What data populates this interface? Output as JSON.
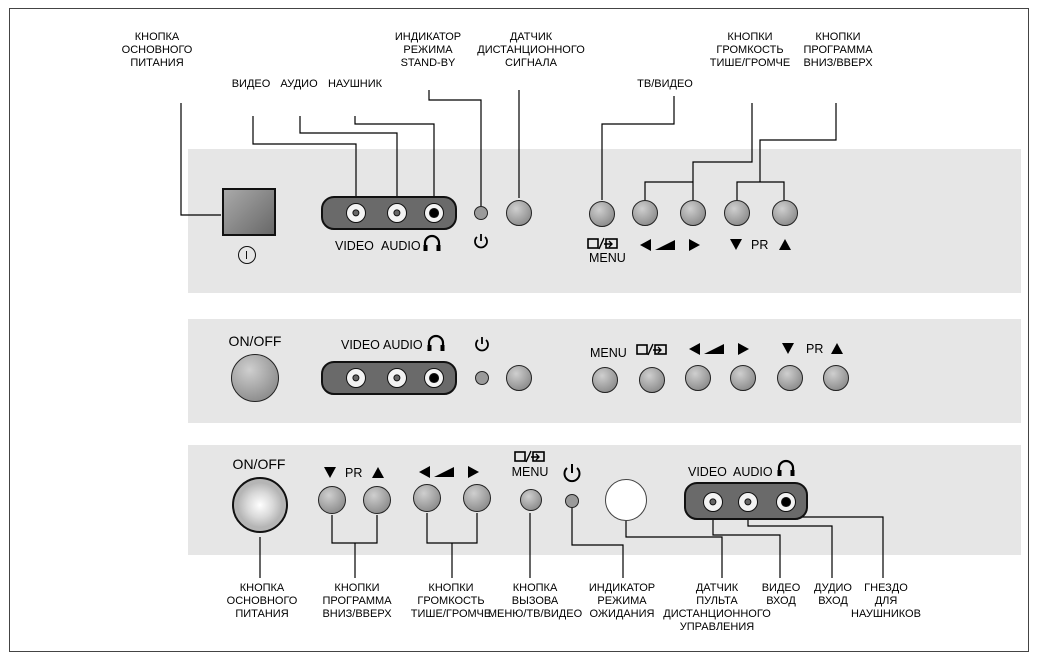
{
  "top_callouts": {
    "main_power": [
      "КНОПКА",
      "ОСНОВНОГО",
      "ПИТАНИЯ"
    ],
    "video": [
      "ВИДЕО"
    ],
    "audio": [
      "АУДИО"
    ],
    "headphone": [
      "НАУШНИК"
    ],
    "standby": [
      "ИНДИКАТОР",
      "РЕЖИМА",
      "STAND-BY"
    ],
    "remote_sensor": [
      "ДАТЧИК",
      "ДИСТАНЦИОННОГО",
      "СИГНАЛА"
    ],
    "tv_video": [
      "ТВ/ВИДЕО"
    ],
    "volume": [
      "КНОПКИ",
      "ГРОМКОСТЬ",
      "ТИШЕ/ГРОМЧЕ"
    ],
    "program": [
      "КНОПКИ",
      "ПРОГРАММА",
      "ВНИЗ/ВВЕРХ"
    ]
  },
  "panel1": {
    "video": "VIDEO",
    "audio": "AUDIO",
    "menu": "MENU",
    "pr": "PR"
  },
  "panel2": {
    "on_off": "ON/OFF",
    "video": "VIDEO",
    "audio": "AUDIO",
    "menu": "MENU",
    "pr": "PR"
  },
  "panel3": {
    "on_off": "ON/OFF",
    "pr": "PR",
    "menu": "MENU",
    "video": "VIDEO",
    "audio": "AUDIO"
  },
  "bottom_callouts": {
    "main_power": [
      "КНОПКА",
      "ОСНОВНОГО",
      "ПИТАНИЯ"
    ],
    "program": [
      "КНОПКИ",
      "ПРОГРАММА",
      "ВНИЗ/ВВЕРХ"
    ],
    "volume": [
      "КНОПКИ",
      "ГРОМКОСТЬ",
      "ТИШЕ/ГРОМЧЕ"
    ],
    "menu": [
      "КНОПКА",
      "ВЫЗОВА",
      "МЕНЮ/ТВ/ВИДЕО"
    ],
    "standby": [
      "ИНДИКАТОР",
      "РЕЖИМА",
      "ОЖИДАНИЯ"
    ],
    "remote_sensor": [
      "ДАТЧИК",
      "ПУЛЬТА",
      "ДИСТАНЦИОННОГО",
      "УПРАВЛЕНИЯ"
    ],
    "video_in": [
      "ВИДЕО",
      "ВХОД"
    ],
    "audio_in": [
      "ДУДИО",
      "ВХОД"
    ],
    "headphone_jack": [
      "ГНЕЗДО",
      "ДЛЯ",
      "НАУШНИКОВ"
    ]
  }
}
